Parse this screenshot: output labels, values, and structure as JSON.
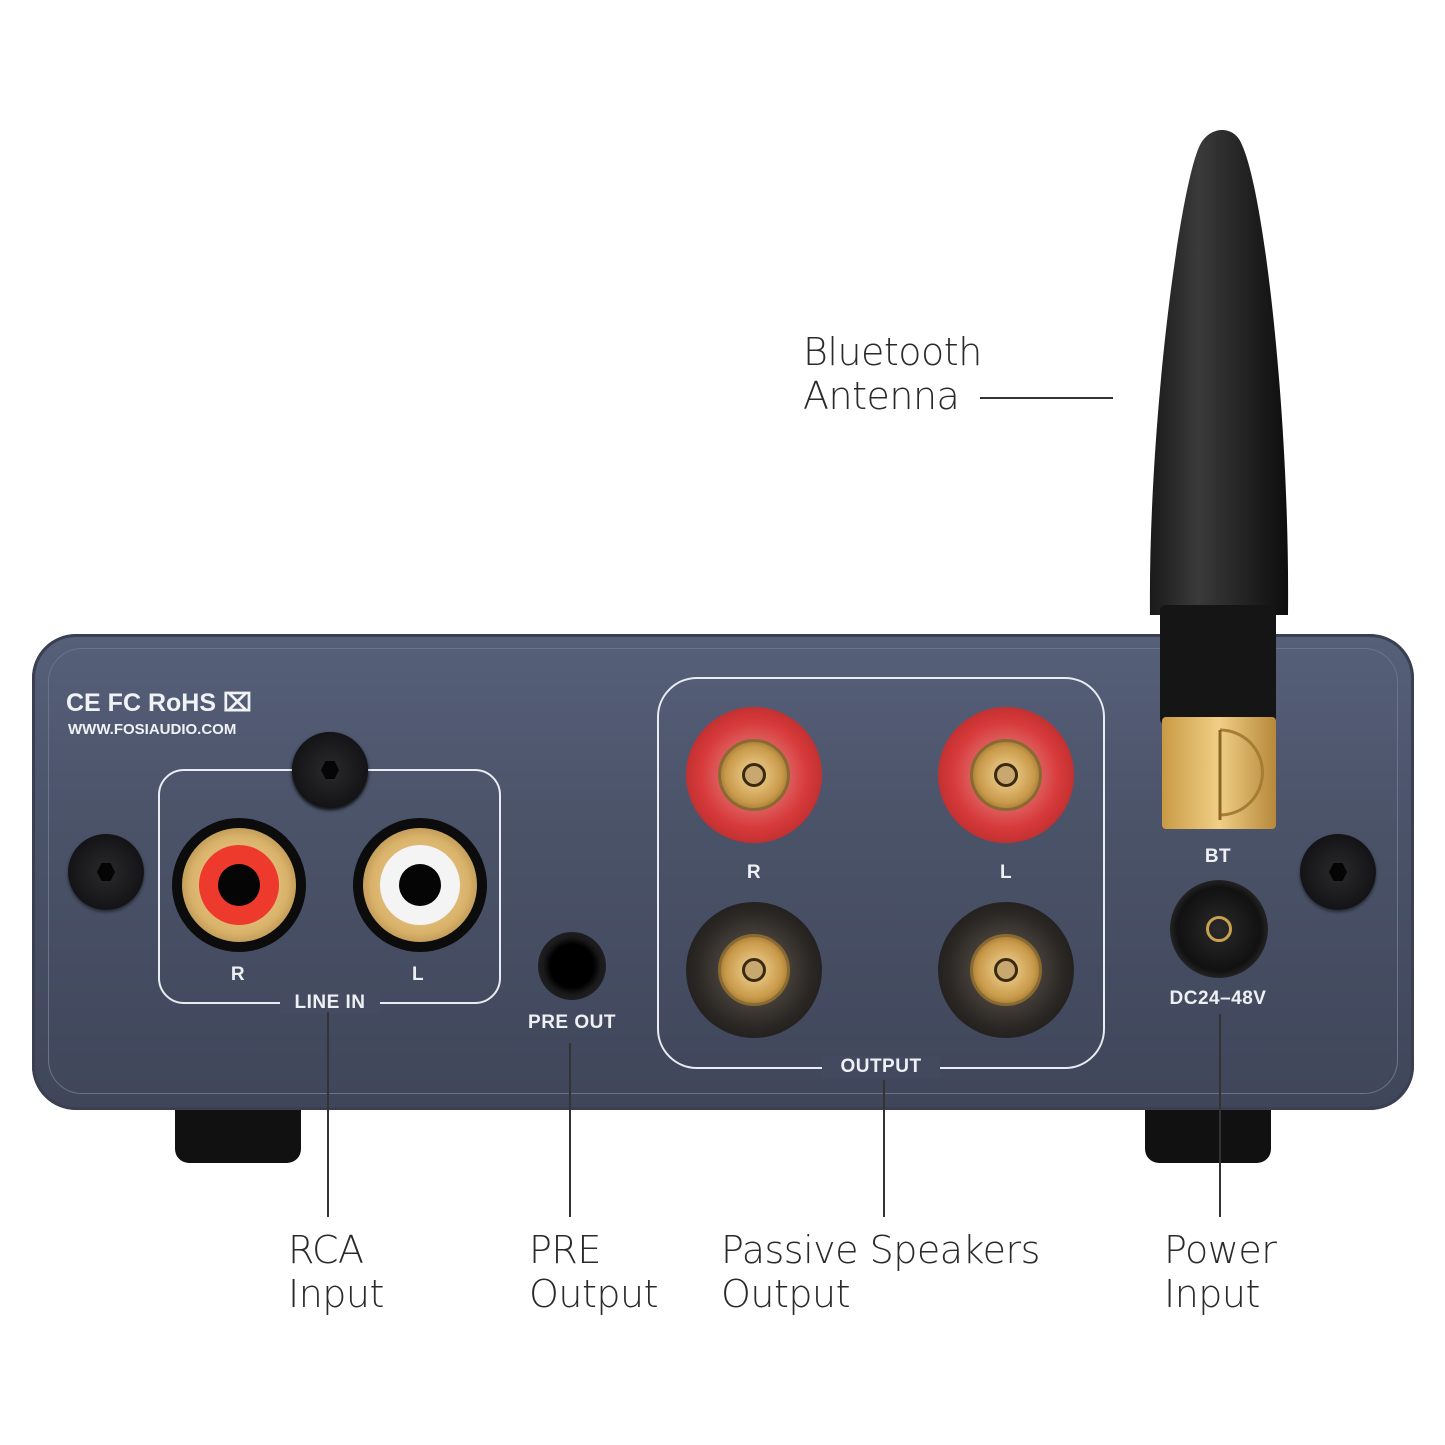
{
  "callouts": {
    "bluetooth_antenna": [
      "Bluetooth",
      "Antenna"
    ],
    "rca_input": [
      "RCA",
      "Input"
    ],
    "pre_output": [
      "PRE",
      "Output"
    ],
    "passive_speakers_output": [
      "Passive Speakers",
      "Output"
    ],
    "power_input": [
      "Power",
      "Input"
    ]
  },
  "panel": {
    "certifications": "CE FC RoHS",
    "website": "WWW.FOSIAUDIO.COM",
    "line_in": {
      "label": "LINE IN",
      "r": "R",
      "l": "L"
    },
    "pre_out": "PRE OUT",
    "output": {
      "label": "OUTPUT",
      "r": "R",
      "l": "L"
    },
    "bt": "BT",
    "dc": "DC24–48V"
  },
  "colors": {
    "panel": "#4b5369",
    "red": "#d83a3a",
    "gold": "#d9b26a"
  }
}
